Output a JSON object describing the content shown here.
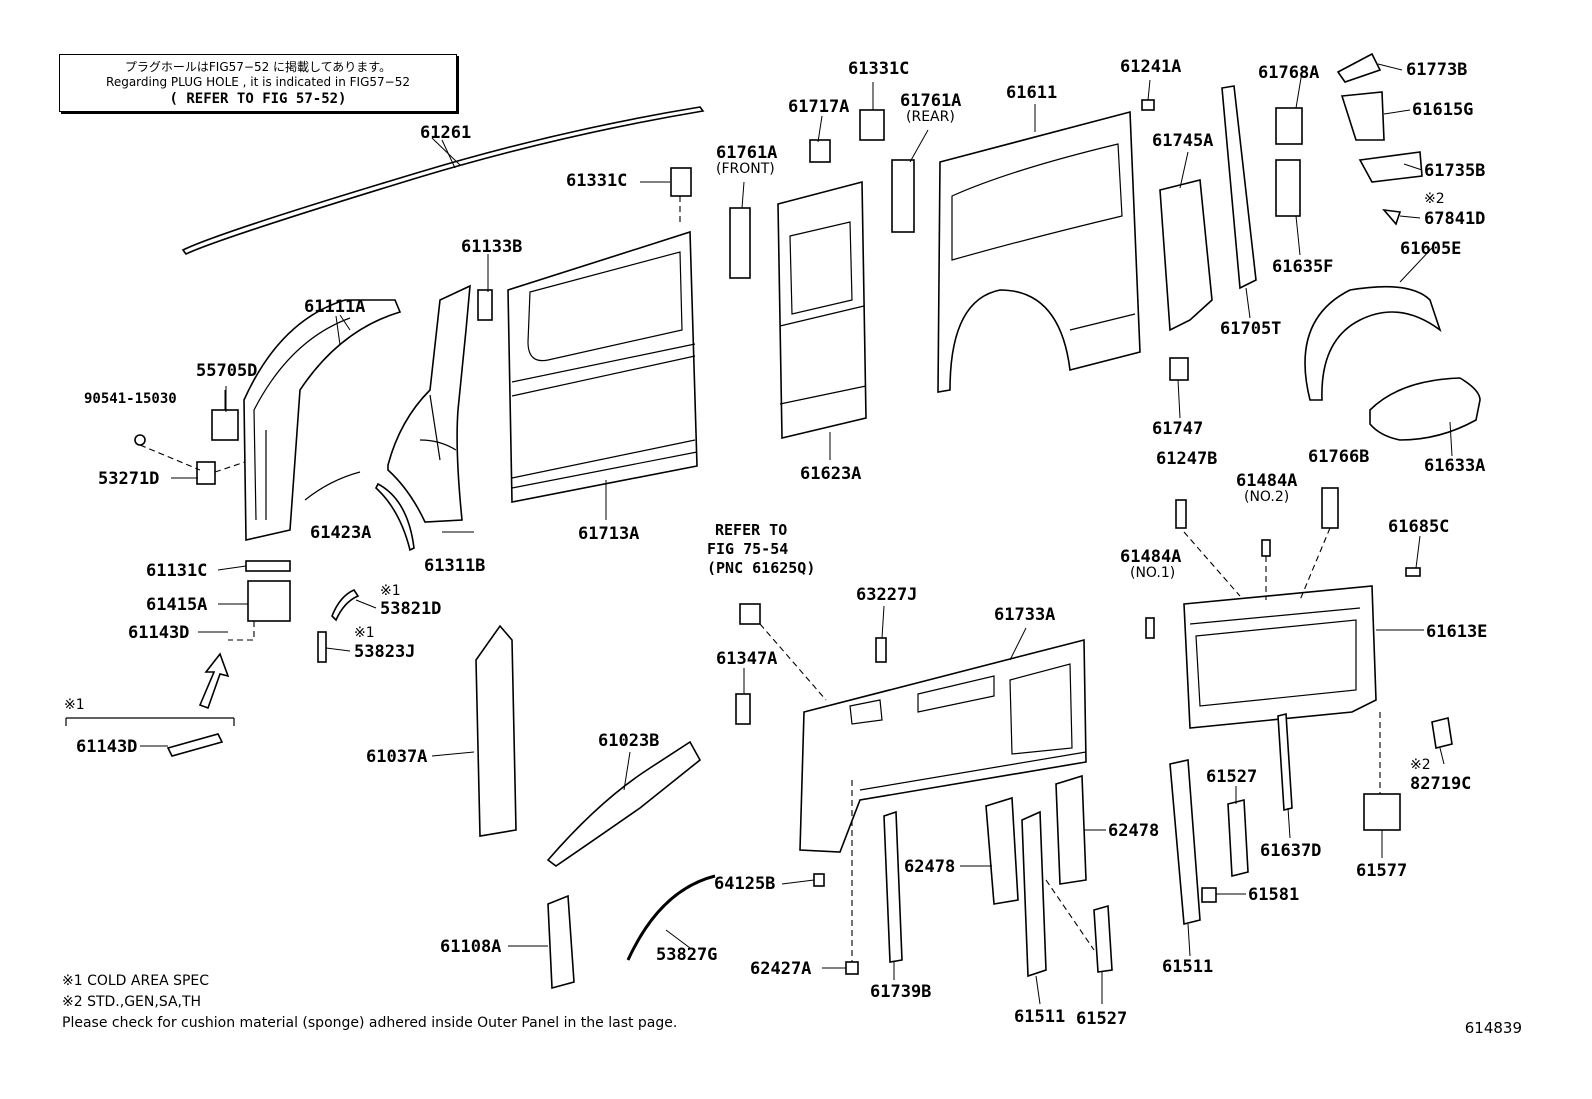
{
  "note": {
    "line1": "プラグホールはFIG57−52 に掲載してあります。",
    "line2": "Regarding  PLUG HOLE  , it is  indicated  in  FIG57−52",
    "line3": "( REFER TO FIG 57-52)"
  },
  "refer": {
    "line1": "REFER TO",
    "line2": "FIG 75-54",
    "line3": "(PNC 61625Q)"
  },
  "labels": {
    "p61261": "61261",
    "p61331C_a": "61331C",
    "p61331C_b": "61331C",
    "p61717A": "61717A",
    "p61761A_front": "61761A",
    "front": "(FRONT)",
    "p61761A_rear": "61761A",
    "rear": "(REAR)",
    "p61611": "61611",
    "p61241A": "61241A",
    "p61768A": "61768A",
    "p61773B": "61773B",
    "p61615G": "61615G",
    "p61745A": "61745A",
    "p61735B": "61735B",
    "mark2_67841D": "※2",
    "p67841D": "67841D",
    "p61635F": "61635F",
    "p61605E": "61605E",
    "p61705T": "61705T",
    "p61133B": "61133B",
    "p61111A": "61111A",
    "p55705D": "55705D",
    "p90541": "90541-15030",
    "p53271D": "53271D",
    "p61747": "61747",
    "p61633A": "61633A",
    "p61623A": "61623A",
    "p61713A": "61713A",
    "p61423A": "61423A",
    "p61311B": "61311B",
    "p61131C": "61131C",
    "p61415A": "61415A",
    "mark1_53821D": "※1",
    "p53821D": "53821D",
    "p61143D": "61143D",
    "mark1_53823J": "※1",
    "p53823J": "53823J",
    "mark1_group": "※1",
    "p61143D_b": "61143D",
    "p61247B": "61247B",
    "p61484A_no2": "61484A",
    "no2": "(NO.2)",
    "p61766B": "61766B",
    "p61484A_no1": "61484A",
    "no1": "(NO.1)",
    "p61685C": "61685C",
    "p63227J": "63227J",
    "p61733A": "61733A",
    "p61613E": "61613E",
    "p61347A": "61347A",
    "p61037A": "61037A",
    "p61023B": "61023B",
    "mark2_82719C": "※2",
    "p82719C": "82719C",
    "p61527_a": "61527",
    "p62478_a": "62478",
    "p62478_b": "62478",
    "p61637D": "61637D",
    "p61577": "61577",
    "p64125B": "64125B",
    "p61581": "61581",
    "p61108A": "61108A",
    "p53827G": "53827G",
    "p62427A": "62427A",
    "p61739B": "61739B",
    "p61511_a": "61511",
    "p61527_b": "61527",
    "p61511_b": "61511"
  },
  "footnotes": {
    "f1": "※1 COLD AREA SPEC",
    "f2": "※2 STD.,GEN,SA,TH",
    "f3": "Please check for cushion material (sponge) adhered inside Outer Panel in the last page."
  },
  "figure_number": "614839"
}
